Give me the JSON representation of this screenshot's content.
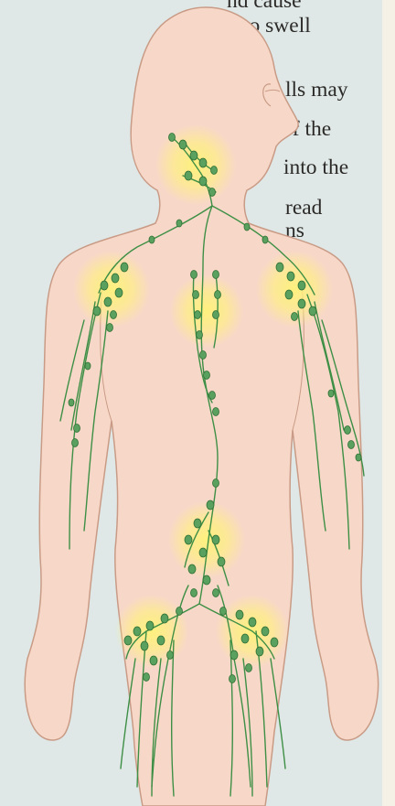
{
  "text": {
    "line1": "nd cause",
    "line2": "to swell",
    "line3": "lls may",
    "line4": "of the",
    "line5": "into the",
    "line6": "read",
    "line7": "ns"
  },
  "colors": {
    "background": "#dfe8e6",
    "right_strip": "#f5f1e6",
    "body_fill": "#f7d8c8",
    "body_outline": "#c99b86",
    "lymph_green": "#3e8f46",
    "node_fill": "#5aa05f",
    "glow_yellow": "#fff27a"
  },
  "figure": {
    "subject": "human body with lymphatic system",
    "highlighted_regions": [
      "neck",
      "left-armpit",
      "right-armpit",
      "chest",
      "abdomen",
      "left-groin",
      "right-groin"
    ]
  }
}
